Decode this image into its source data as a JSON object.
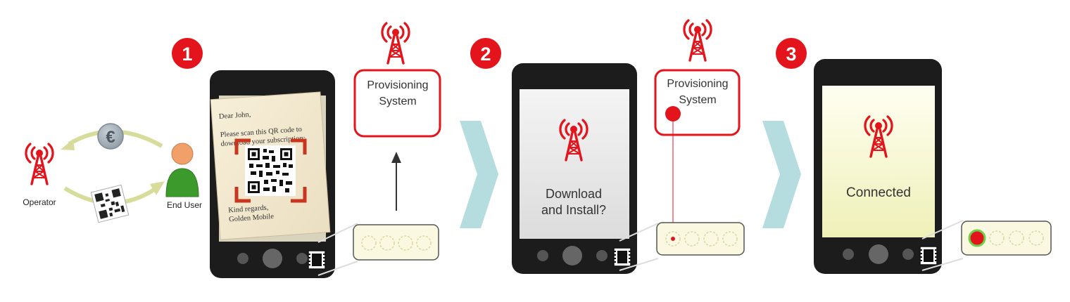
{
  "left": {
    "operator_label": "Operator",
    "end_user_label": "End User",
    "currency_symbol": "€"
  },
  "steps": [
    {
      "number": "1",
      "letter": {
        "greeting": "Dear John,",
        "body_line1": "Please scan this QR code to",
        "body_line2": "download your subscription:",
        "closing": "Kind regards,",
        "signature": "Golden Mobile"
      },
      "provisioning_line1": "Provisioning",
      "provisioning_line2": "System"
    },
    {
      "number": "2",
      "screen_line1": "Download",
      "screen_line2": "and Install?",
      "provisioning_line1": "Provisioning",
      "provisioning_line2": "System"
    },
    {
      "number": "3",
      "screen_text": "Connected"
    }
  ],
  "colors": {
    "accent_red": "#e3141b",
    "chevron": "#b5dde0",
    "phone_body": "#1c1c1c",
    "arrow_olive": "#d8dc9a",
    "coin": "#a6b2bc",
    "user_body": "#3c9a2c",
    "user_head": "#f2a06a",
    "active_led": "#e3141b",
    "active_led_ring": "#6cd24a"
  },
  "icons": [
    "antenna-tower-icon",
    "currency-coin-icon",
    "qr-code-icon",
    "end-user-icon",
    "sim-card-icon",
    "arrow-up-icon",
    "chevron-right-icon"
  ]
}
